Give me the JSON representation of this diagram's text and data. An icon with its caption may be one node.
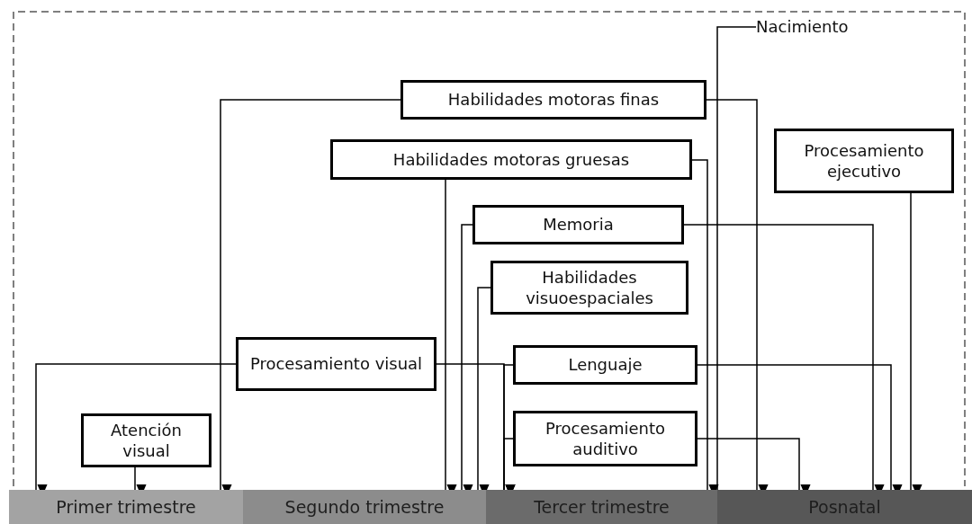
{
  "diagram": {
    "nodes": [
      {
        "text": [
          "Nacimiento"
        ]
      },
      {
        "text": [
          "Habilidades motoras finas"
        ]
      },
      {
        "text": [
          "Procesamiento ejecutivo"
        ]
      },
      {
        "text": [
          "Habilidades motoras gruesas"
        ]
      },
      {
        "text": [
          "Memoria"
        ]
      },
      {
        "text": [
          "Habilidades visuoespaciales"
        ]
      },
      {
        "text": [
          "Procesamiento visual"
        ]
      },
      {
        "text": [
          "Lenguaje"
        ]
      },
      {
        "text": [
          "Atención visual"
        ]
      },
      {
        "text": [
          "Procesamiento auditivo"
        ]
      },
      {
        "text": [
          "Primer trimestre"
        ]
      },
      {
        "text": [
          "Segundo trimestre"
        ]
      },
      {
        "text": [
          "Tercer trimestre"
        ]
      },
      {
        "text": [
          "Posnatal"
        ]
      }
    ],
    "edges": [
      {
        "from": 8,
        "to": 10,
        "arrow": "to"
      },
      {
        "from": 6,
        "to": 10,
        "arrow": "to"
      },
      {
        "from": 1,
        "to": 10,
        "arrow": "to"
      },
      {
        "from": 3,
        "to": 11,
        "arrow": "to"
      },
      {
        "from": 4,
        "to": 11,
        "arrow": "to"
      },
      {
        "from": 5,
        "to": 11,
        "arrow": "to"
      },
      {
        "from": 6,
        "to": 12,
        "arrow": "to"
      },
      {
        "from": 7,
        "to": 12,
        "arrow": "to"
      },
      {
        "from": 9,
        "to": 12,
        "arrow": "to"
      },
      {
        "from": 3,
        "to": 12,
        "arrow": "to"
      },
      {
        "from": 0,
        "to": 12,
        "arrow": "none"
      },
      {
        "from": 1,
        "to": 13,
        "arrow": "to"
      },
      {
        "from": 9,
        "to": 13,
        "arrow": "to"
      },
      {
        "from": 4,
        "to": 13,
        "arrow": "to"
      },
      {
        "from": 7,
        "to": 13,
        "arrow": "to"
      },
      {
        "from": 2,
        "to": 13,
        "arrow": "to"
      }
    ]
  }
}
